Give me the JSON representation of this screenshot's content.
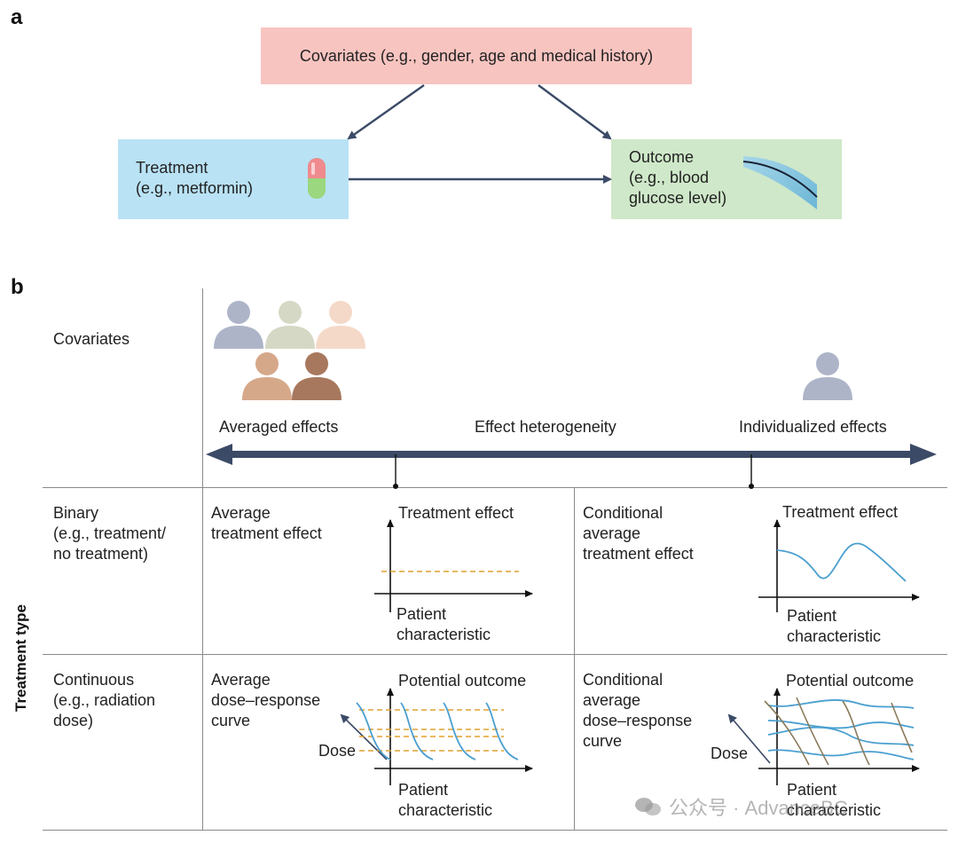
{
  "panel_a": {
    "letter": "a",
    "covariates_box": "Covariates (e.g., gender, age and medical history)",
    "treatment_box": "Treatment\n(e.g., metformin)",
    "outcome_box": "Outcome\n(e.g., blood\nglucose level)",
    "colors": {
      "covariates": "#f8c4c0",
      "treatment": "#b9e2f5",
      "outcome": "#cfe8c9",
      "arrow": "#3b4a66"
    },
    "icons": [
      "pill-icon",
      "glucose-curve-icon"
    ]
  },
  "panel_b": {
    "letter": "b",
    "covariates_label": "Covariates",
    "averaged_effects": "Averaged effects",
    "effect_heterogeneity": "Effect heterogeneity",
    "individualized_effects": "Individualized effects",
    "treatment_type_label": "Treatment type",
    "rows": {
      "binary": "Binary\n(e.g., treatment/\nno treatment)",
      "continuous": "Continuous\n(e.g., radiation\ndose)"
    },
    "cells": {
      "ate_title": "Average\ntreatment effect",
      "ate_ylabel": "Treatment effect",
      "ate_xlabel": "Patient\ncharacteristic",
      "cate_title": "Conditional\naverage\ntreatment effect",
      "cate_ylabel": "Treatment effect",
      "cate_xlabel": "Patient\ncharacteristic",
      "adrc_title": "Average\ndose–response\ncurve",
      "adrc_ylabel": "Potential outcome",
      "adrc_xlabel": "Patient\ncharacteristic",
      "adrc_dose": "Dose",
      "cadrc_title": "Conditional\naverage\ndose–response\ncurve",
      "cadrc_ylabel": "Potential outcome",
      "cadrc_xlabel": "Patient\ncharacteristic",
      "cadrc_dose": "Dose"
    },
    "colors": {
      "people": [
        "#aeb4c8",
        "#d5d8c4",
        "#f5d9c8",
        "#d6a88a",
        "#a8785e"
      ],
      "single_person": "#aeb4c8",
      "curve": "#4a9fd0",
      "dashed": "#e0a030",
      "brown": "#8a7a5a",
      "scale_arrow": "#3b4a66"
    }
  },
  "watermark": "公众号 · AdvanceBC"
}
